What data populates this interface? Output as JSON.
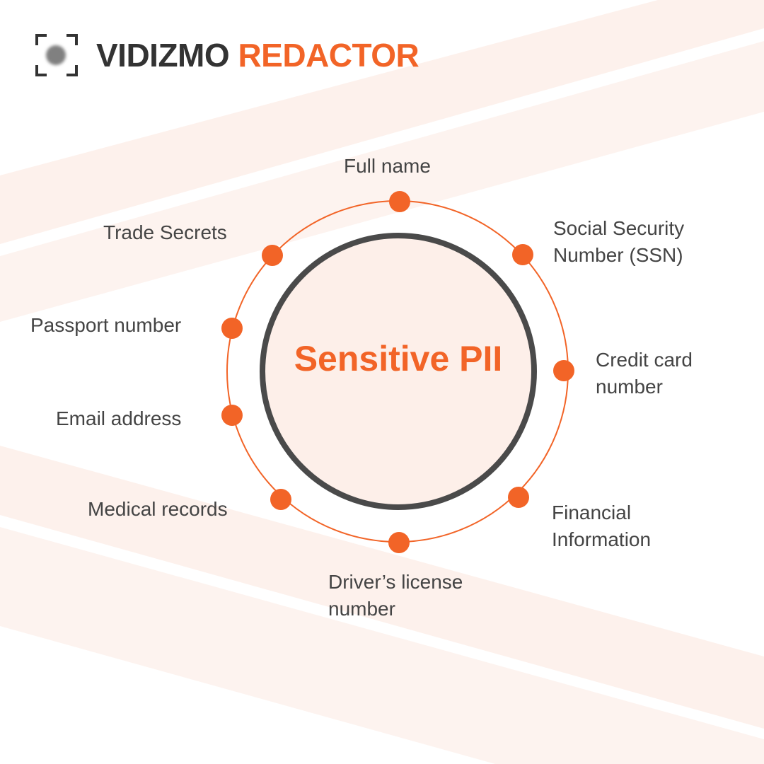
{
  "brand": {
    "name_part1": "VIDIZMO",
    "name_part2": "REDACTOR"
  },
  "center": {
    "title": "Sensitive PII"
  },
  "items": [
    {
      "label": "Full name"
    },
    {
      "label": "Social Security\nNumber (SSN)"
    },
    {
      "label": "Credit card\nnumber"
    },
    {
      "label": "Financial\nInformation"
    },
    {
      "label": "Driver’s license\nnumber"
    },
    {
      "label": "Medical records"
    },
    {
      "label": "Email address"
    },
    {
      "label": "Passport number"
    },
    {
      "label": "Trade Secrets"
    }
  ],
  "colors": {
    "accent": "#f26427",
    "dark": "#4a4a4a",
    "fill": "#fdefe9",
    "band": "#fdf1ec"
  }
}
